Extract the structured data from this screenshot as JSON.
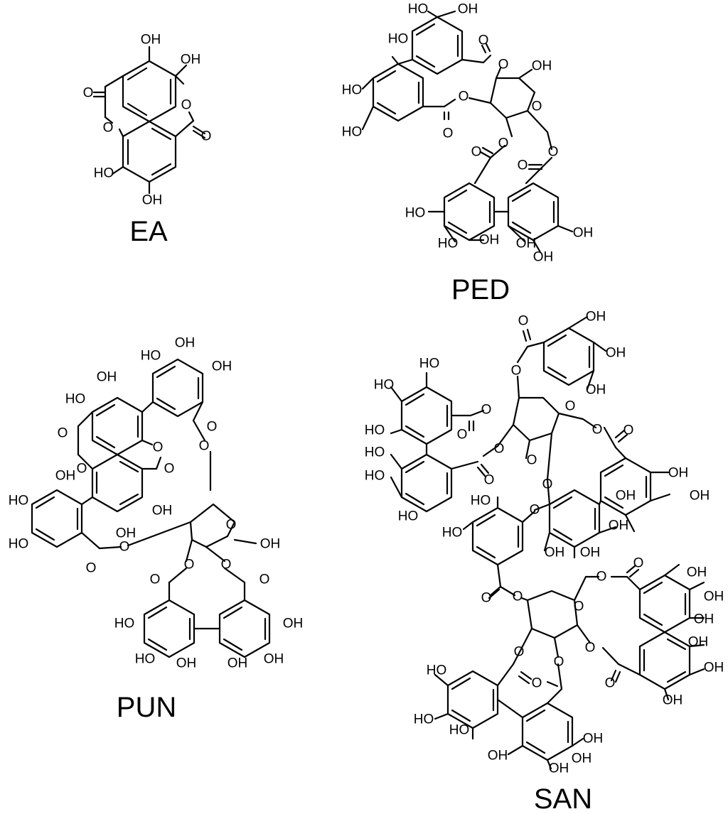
{
  "labels": {
    "ea": "EA",
    "ped": "PED",
    "pun": "PUN",
    "san": "SAN"
  },
  "atoms": {
    "hydroxyl": "OH",
    "hydroxyl_left": "HO",
    "oxygen": "O"
  },
  "colors": {
    "ink": "#000000",
    "background": "#ffffff"
  }
}
